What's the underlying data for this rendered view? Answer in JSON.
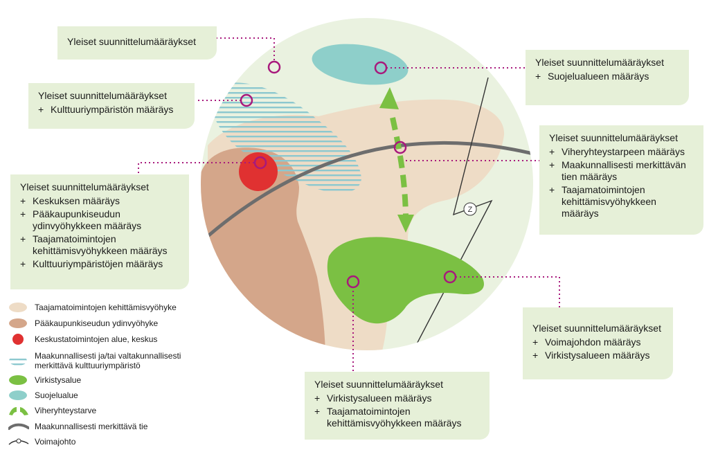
{
  "colors": {
    "background_circle": "#eaf2e0",
    "taajama": "#eedcc6",
    "ydinvyohyke": "#d4a68a",
    "keskus": "#e03131",
    "kulttuuri": "#8cc8cf",
    "virkistys": "#7bc043",
    "suojelu": "#8ecfca",
    "viheryhteys": "#7bc043",
    "tie": "#6d6d6d",
    "voimajohto": "#333333",
    "leader": "#a8197c",
    "callout_bg": "#e6f0d8"
  },
  "power_line_symbol": "Z",
  "callouts": {
    "top_left": {
      "title": "Yleiset suunnittelumääräykset",
      "items": []
    },
    "left_culture": {
      "title": "Yleiset suunnittelumääräykset",
      "items": [
        "Kulttuuriympäristön määräys"
      ]
    },
    "left_center": {
      "title": "Yleiset suunnittelumääräykset",
      "items": [
        "Keskuksen määräys",
        "Pääkaupunkiseudun ydinvyöhykkeen määräys",
        "Taajamatoimintojen kehittämisvyöhykkeen määräys",
        "Kulttuuriympäristöjen määräys"
      ]
    },
    "top_right": {
      "title": "Yleiset suunnittelumääräykset",
      "items": [
        "Suojelualueen määräys"
      ]
    },
    "right_mid": {
      "title": "Yleiset suunnittelumääräykset",
      "items": [
        "Viheryhteystarpeen määräys",
        "Maakunnallisesti merkittävän tien määräys",
        "Taajamatoimintojen kehittämisvyöhykkeen määräys"
      ]
    },
    "right_bottom": {
      "title": "Yleiset suunnittelumääräykset",
      "items": [
        "Voimajohdon määräys",
        "Virkistysalueen määräys"
      ]
    },
    "bottom_center": {
      "title": "Yleiset suunnittelumääräykset",
      "items": [
        "Virkistysalueen määräys",
        "Taajamatoimintojen kehittämisvyöhykkeen määräys"
      ]
    }
  },
  "legend": [
    {
      "key": "taajama",
      "label": "Taajamatoimintojen kehittämisvyöhyke"
    },
    {
      "key": "ydinvyohyke",
      "label": "Pääkaupunkiseudun ydinvyöhyke"
    },
    {
      "key": "keskus",
      "label": "Keskustatoimintojen alue, keskus"
    },
    {
      "key": "kulttuuri",
      "label": "Maakunnallisesti ja/tai valtakunnallisesti merkittävä kulttuuriympäristö"
    },
    {
      "key": "virkistys",
      "label": "Virkistysalue"
    },
    {
      "key": "suojelu",
      "label": "Suojelualue"
    },
    {
      "key": "viheryhteys",
      "label": "Viheryhteystarve"
    },
    {
      "key": "tie",
      "label": "Maakunnallisesti merkittävä tie"
    },
    {
      "key": "voimajohto",
      "label": "Voimajohto"
    }
  ]
}
